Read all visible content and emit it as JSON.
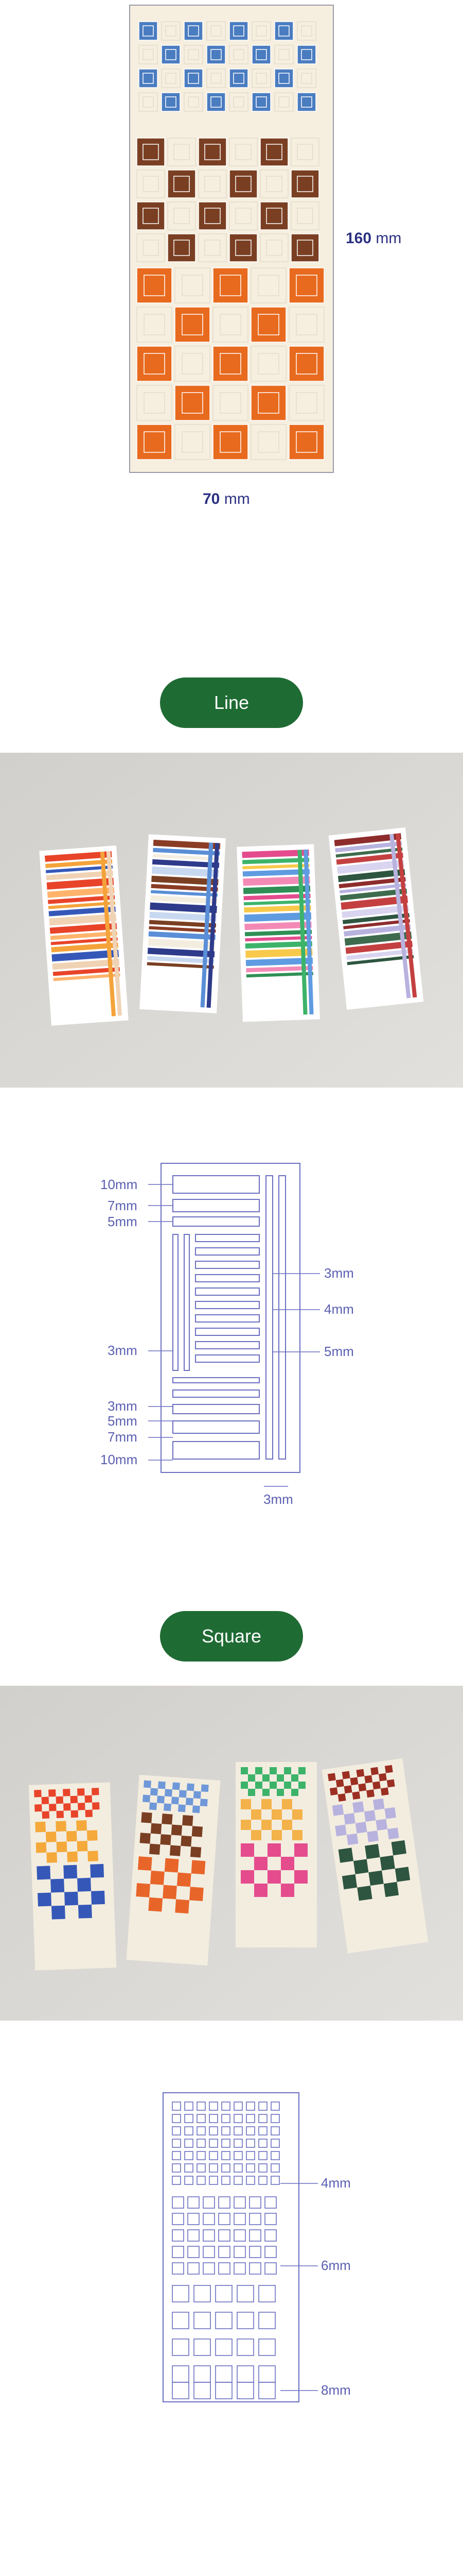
{
  "product": {
    "width_label_value": "70",
    "width_label_unit": "mm",
    "height_label_value": "160",
    "height_label_unit": "mm"
  },
  "sections": {
    "line_title": "Line",
    "square_title": "Square"
  },
  "line_diagram": {
    "left_labels": [
      "10mm",
      "7mm",
      "5mm",
      "3mm",
      "3mm",
      "5mm",
      "7mm",
      "10mm"
    ],
    "right_labels": [
      "3mm",
      "4mm",
      "5mm"
    ],
    "bottom_label": "3mm"
  },
  "square_diagram": {
    "right_labels": [
      "4mm",
      "6mm",
      "8mm"
    ]
  },
  "colors": {
    "pill": "#1f6b34",
    "label": "#2b3180",
    "diagram_line": "#6a6fc0",
    "cream": "#f6efe0",
    "blue": "#4a7cc0",
    "brown": "#7a3f22",
    "orange": "#e86a1e"
  }
}
